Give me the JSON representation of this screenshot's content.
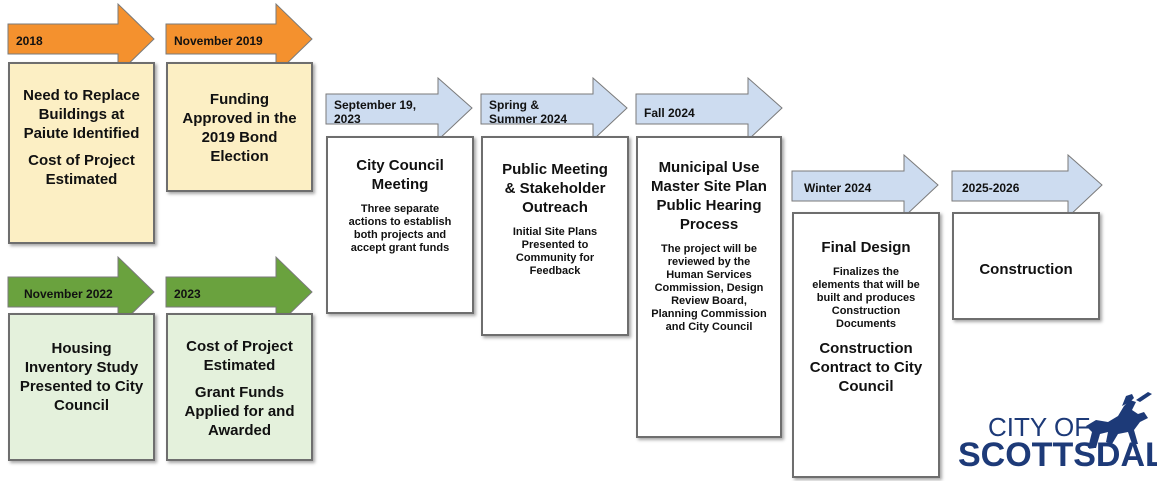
{
  "colors": {
    "orange": "#f4912e",
    "green": "#6aa23e",
    "blue": "#cddcf0",
    "yellow_box": "#fcefc4",
    "green_box": "#e4f1dc",
    "logo": "#1d3a78"
  },
  "steps": [
    {
      "date": "2018",
      "title": "Need to Replace Buildings at Paiute Identified",
      "detail": "",
      "extra": "Cost of Project Estimated"
    },
    {
      "date": "November 2019",
      "title": "Funding Approved in the 2019 Bond Election",
      "detail": "",
      "extra": ""
    },
    {
      "date": "November 2022",
      "title": "Housing Inventory Study Presented to City Council",
      "detail": "",
      "extra": ""
    },
    {
      "date": "2023",
      "title": "Cost of Project Estimated",
      "detail": "",
      "extra": "Grant Funds Applied for and Awarded"
    },
    {
      "date": "September 19, 2023",
      "title": "City Council Meeting",
      "detail": "Three separate actions to establish both projects and accept grant funds",
      "extra": ""
    },
    {
      "date": "Spring & Summer 2024",
      "title": "Public Meeting & Stakeholder Outreach",
      "detail": "Initial Site Plans Presented to Community for Feedback",
      "extra": ""
    },
    {
      "date": "Fall 2024",
      "title": "Municipal Use Master Site Plan Public Hearing Process",
      "detail": "The project will be reviewed by the Human Services Commission, Design Review Board, Planning Commission and City Council",
      "extra": ""
    },
    {
      "date": "Winter 2024",
      "title": "Final Design",
      "detail": "Finalizes the elements that will be built and produces Construction Documents",
      "extra": "Construction Contract to City Council"
    },
    {
      "date": "2025-2026",
      "title": "Construction",
      "detail": "",
      "extra": ""
    }
  ],
  "logo": {
    "line1": "CITY OF",
    "line2": "SCOTTSDALE"
  }
}
